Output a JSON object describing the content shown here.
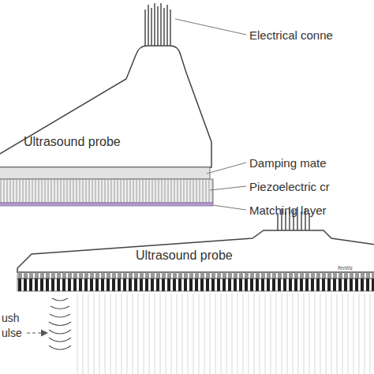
{
  "diagram": {
    "labels": [
      "Electrical conne",
      "Ultrasound probe",
      "Damping mate",
      "Piezoelectric cr",
      "Matching layer",
      "Ultrasound probe",
      "ferilis",
      "ush",
      "ulse"
    ]
  }
}
